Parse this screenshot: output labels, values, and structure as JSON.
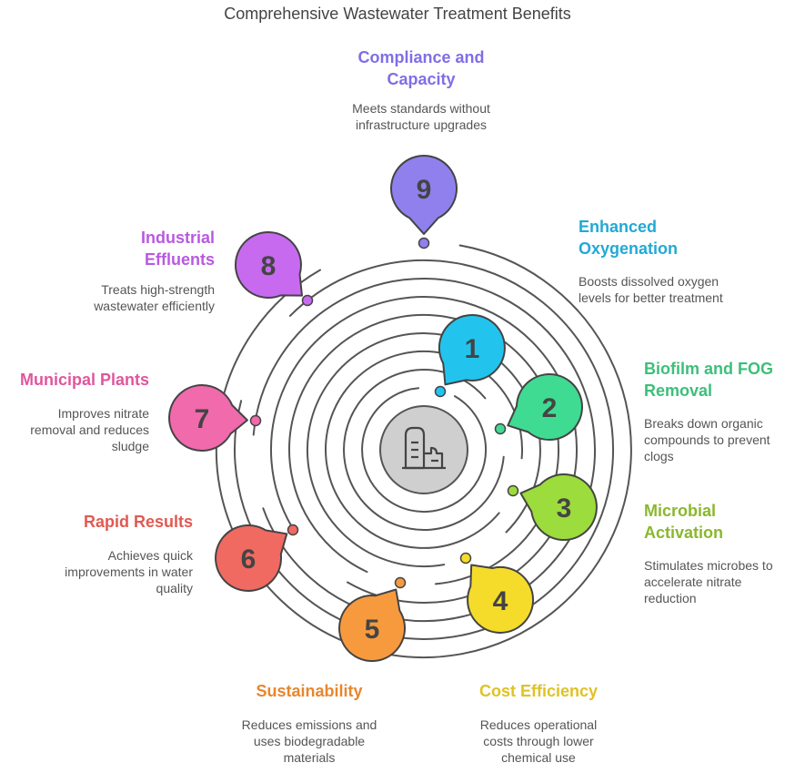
{
  "title": "Comprehensive Wastewater Treatment Benefits",
  "items": [
    {
      "num": "1",
      "color": "#22c4ee",
      "heading": "Enhanced Oxygenation",
      "desc": "Boosts dissolved oxygen levels for better treatment",
      "headingColor": "#22a9d6"
    },
    {
      "num": "2",
      "color": "#3fdb92",
      "heading": "Biofilm and FOG Removal",
      "desc": "Breaks down organic compounds to prevent clogs",
      "headingColor": "#3cbf7a"
    },
    {
      "num": "3",
      "color": "#9cdc3c",
      "heading": "Microbial Activation",
      "desc": "Stimulates microbes to accelerate nitrate reduction",
      "headingColor": "#8ab82c"
    },
    {
      "num": "4",
      "color": "#f5dc2a",
      "heading": "Cost Efficiency",
      "desc": "Reduces operational costs through lower chemical use",
      "headingColor": "#e0c224"
    },
    {
      "num": "5",
      "color": "#f79a3e",
      "heading": "Sustainability",
      "desc": "Reduces emissions and uses biodegradable materials",
      "headingColor": "#e8862e"
    },
    {
      "num": "6",
      "color": "#f06a62",
      "heading": "Rapid Results",
      "desc": "Achieves quick improvements in water quality",
      "headingColor": "#e05a52"
    },
    {
      "num": "7",
      "color": "#f06aac",
      "heading": "Municipal Plants",
      "desc": "Improves nitrate removal and reduces sludge",
      "headingColor": "#e0569e"
    },
    {
      "num": "8",
      "color": "#c86af0",
      "heading": "Industrial Effluents",
      "desc": "Treats high-strength wastewater efficiently",
      "headingColor": "#b85ae0"
    },
    {
      "num": "9",
      "color": "#8f80ee",
      "heading": "Compliance and Capacity",
      "desc": "Meets standards without infrastructure upgrades",
      "headingColor": "#7f6ee6"
    }
  ],
  "center_icon": "factory-icon"
}
